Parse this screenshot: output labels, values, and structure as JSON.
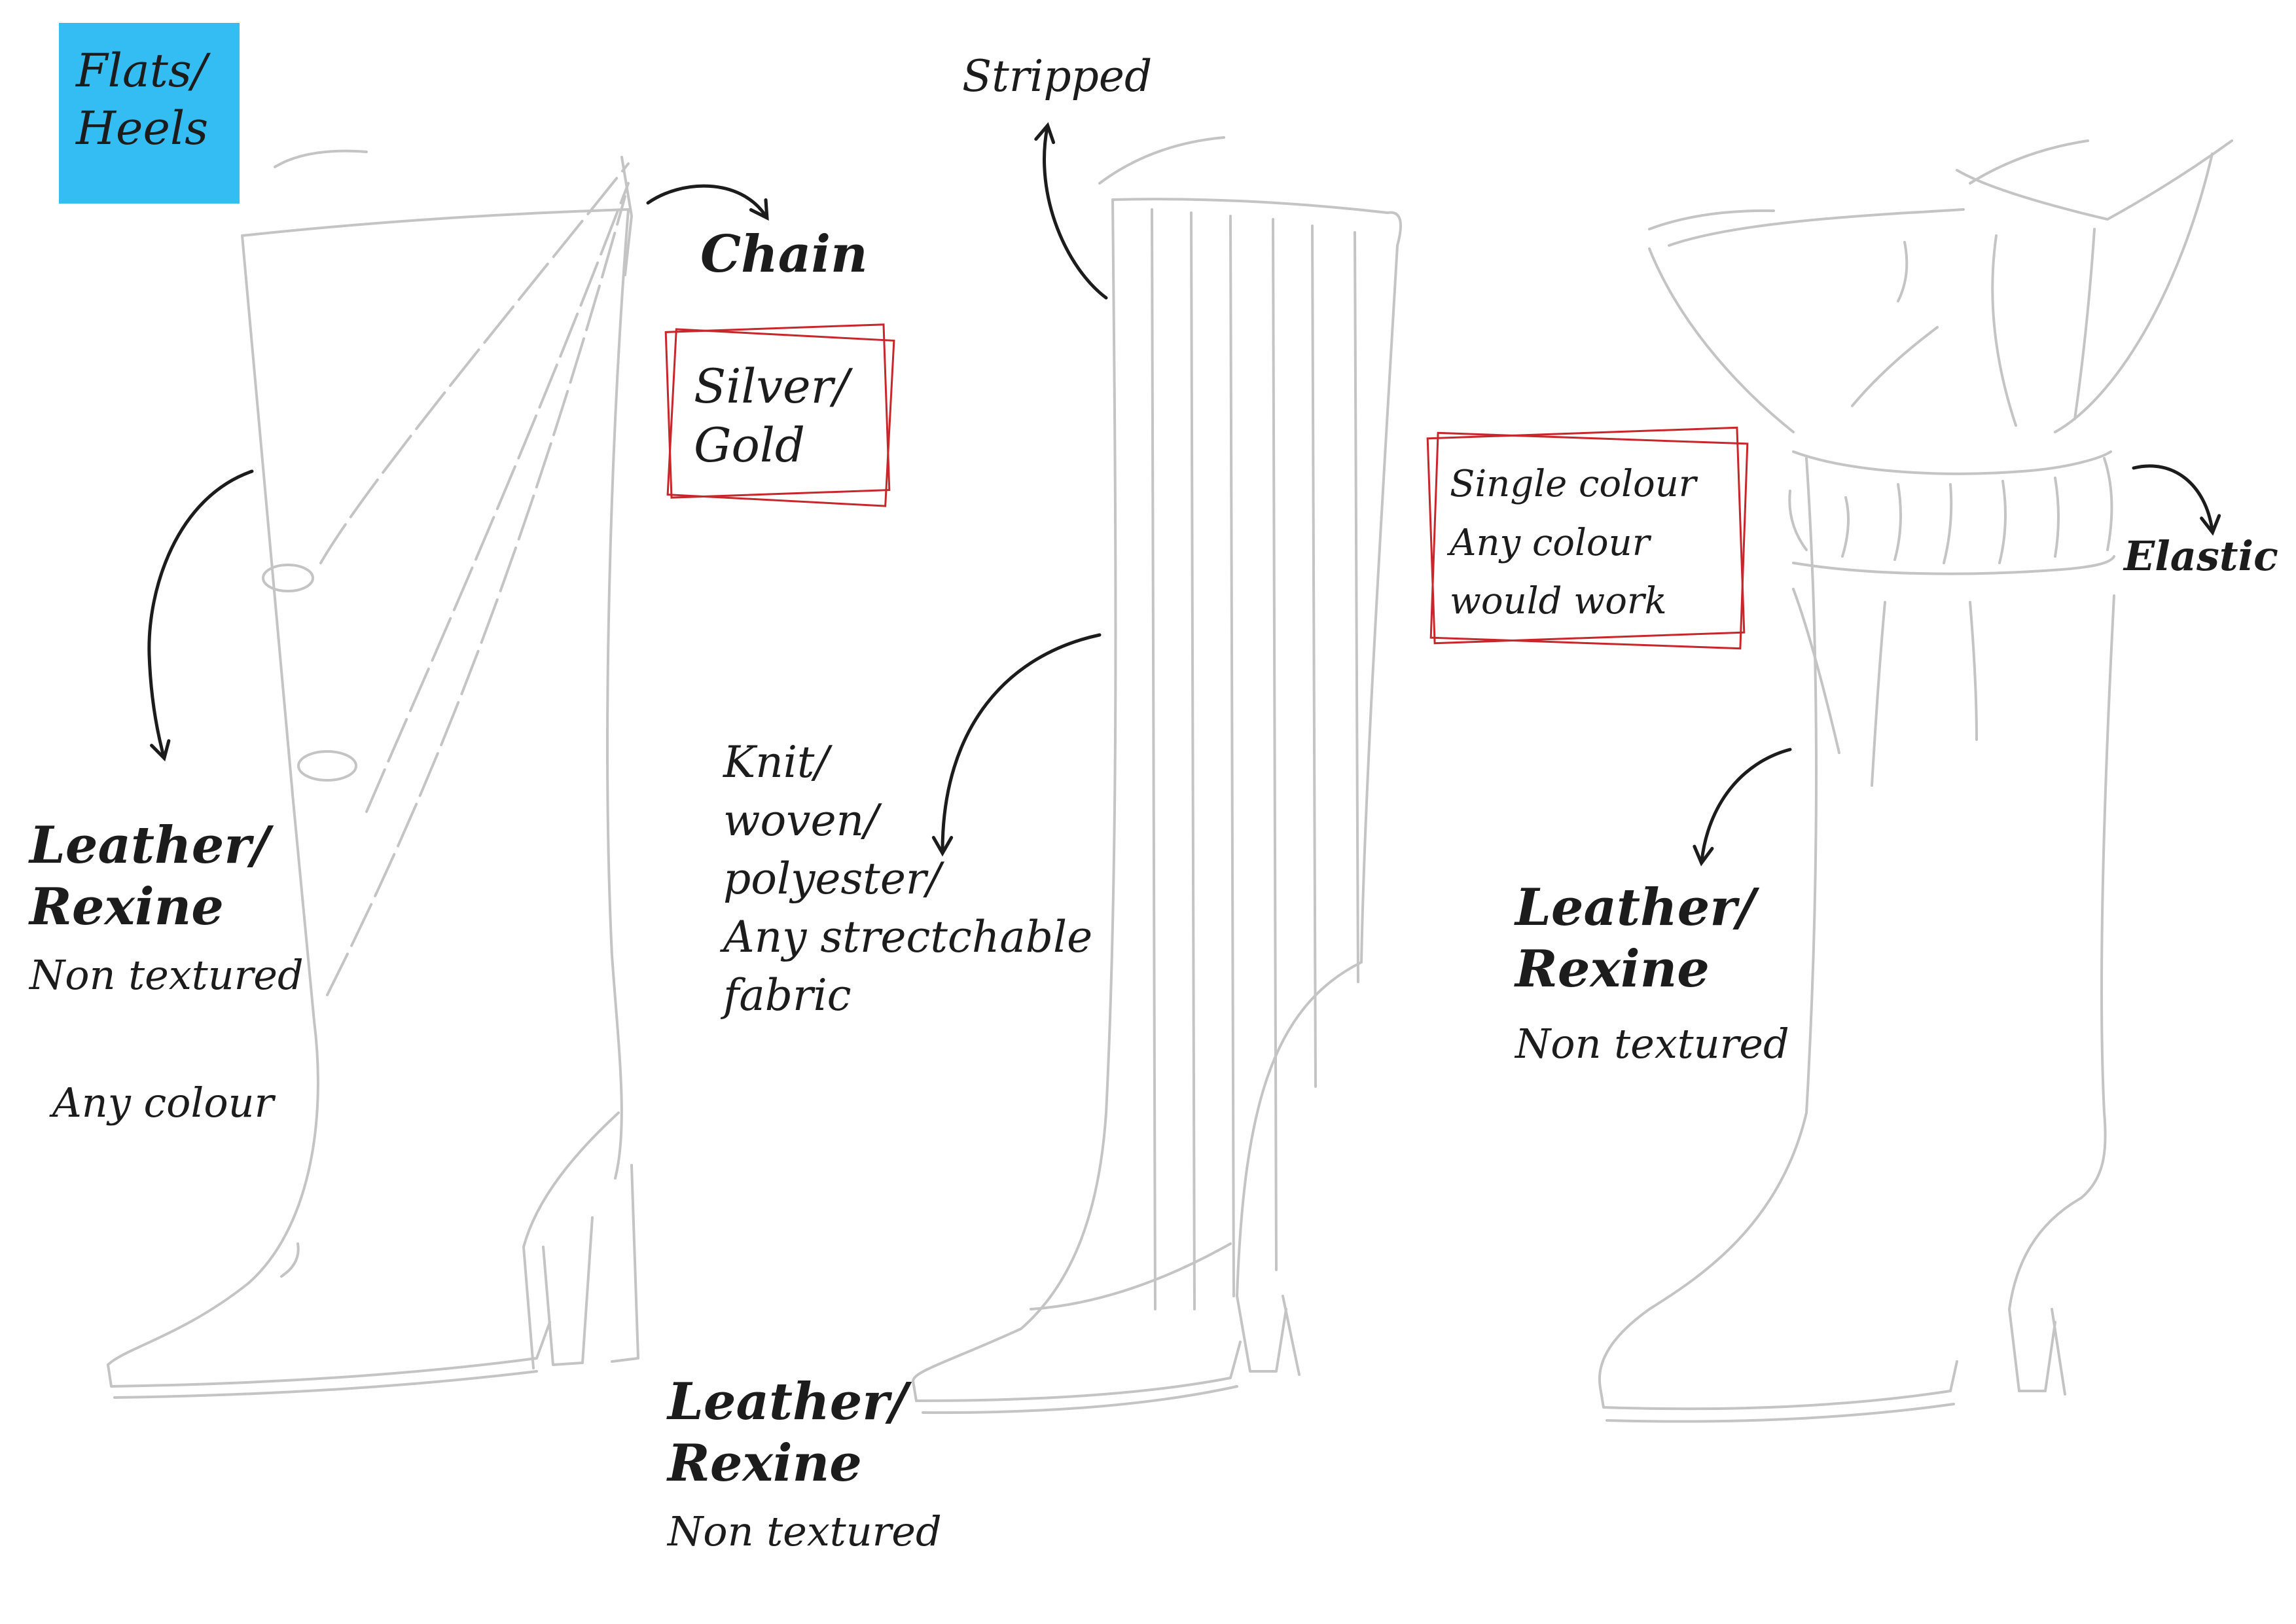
{
  "colors": {
    "sticky": "#33bdf2",
    "frame": "#c8262b",
    "ink": "#1c1c1c",
    "sketch": "#c4c4c4"
  },
  "sticky": {
    "line1": "Flats/",
    "line2": "Heels"
  },
  "boot1": {
    "chain": "Chain",
    "chain_color": {
      "line1": "Silver/",
      "line2": "Gold"
    },
    "material": {
      "line1": "Leather/",
      "line2": "Rexine",
      "line3": "Non textured"
    },
    "colour": "Any colour"
  },
  "boot2": {
    "top": "Stripped",
    "fabric": {
      "line1": "Knit/",
      "line2": "woven/",
      "line3": "polyester/",
      "line4": "Any strectchable",
      "line5": "fabric"
    },
    "material": {
      "line1": "Leather/",
      "line2": "Rexine",
      "line3": "Non textured"
    }
  },
  "boot3": {
    "colour_note": {
      "line1": "Single colour",
      "line2": "Any colour",
      "line3": "would work"
    },
    "elastic": "Elastic",
    "material": {
      "line1": "Leather/",
      "line2": "Rexine",
      "line3": "Non textured"
    }
  }
}
